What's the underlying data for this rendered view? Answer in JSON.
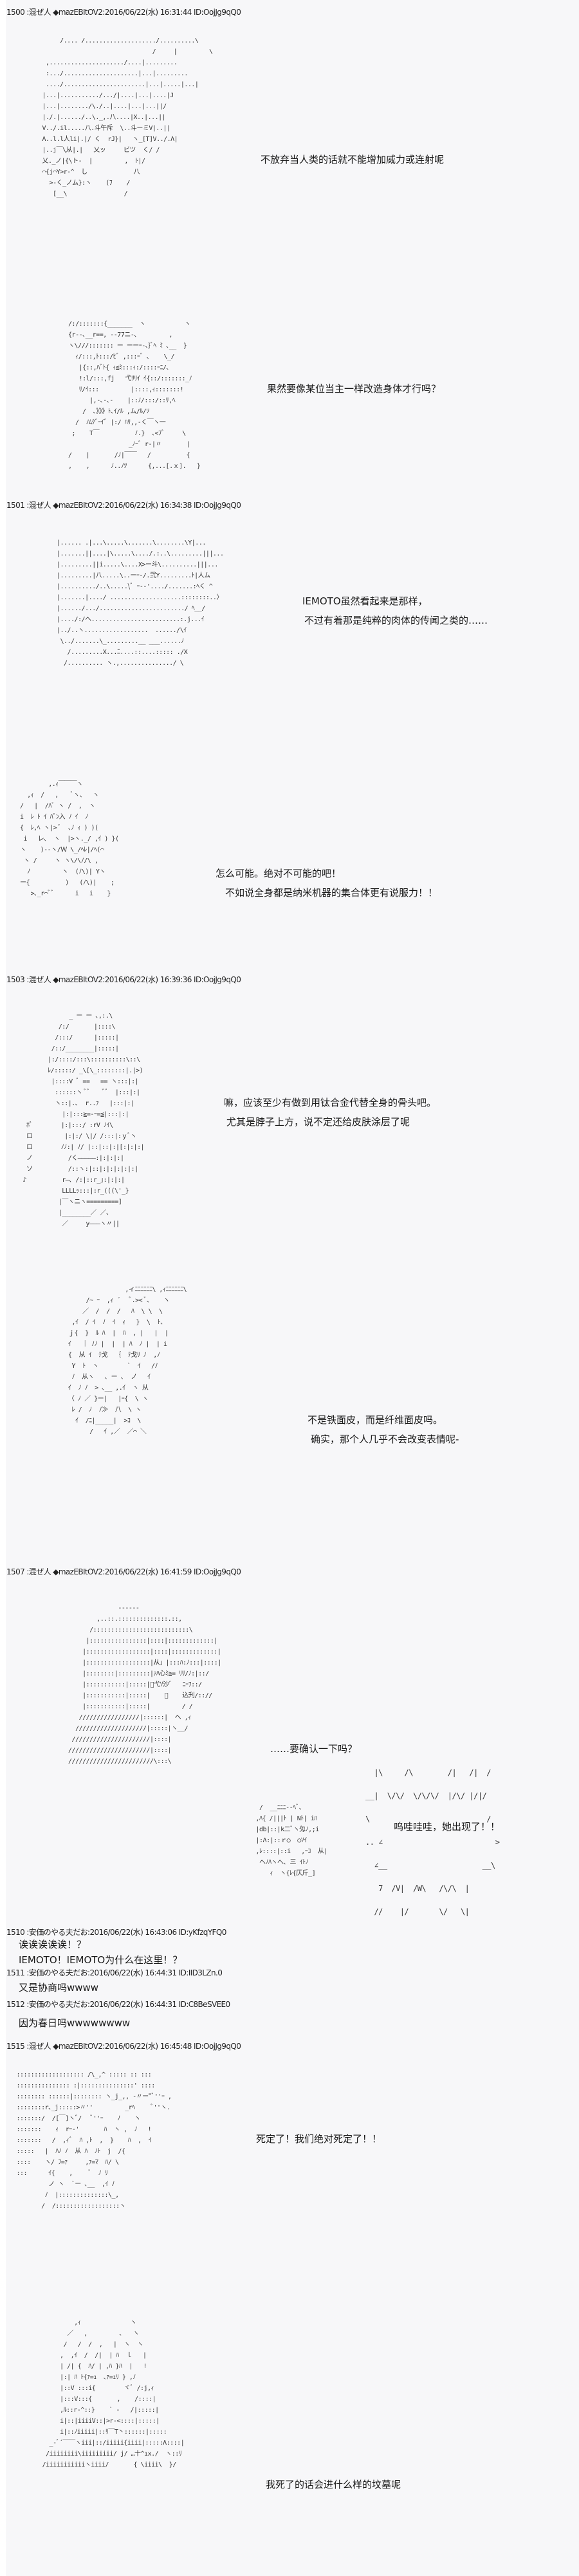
{
  "posts": [
    {
      "header": "1500 :混ぜ人 ◆mazEBItOV2:2016/06/22(水) 16:31:44 ID:OojJg9qQ0"
    },
    {
      "header": "1501 :混ぜ人 ◆mazEBItOV2:2016/06/22(水) 16:34:38 ID:OojJg9qQ0"
    },
    {
      "header": "1503 :混ぜ人 ◆mazEBItOV2:2016/06/22(水) 16:39:36 ID:OojJg9qQ0"
    },
    {
      "header": "1507 :混ぜ人 ◆mazEBItOV2:2016/06/22(水) 16:41:59 ID:OojJg9qQ0"
    },
    {
      "header": "1510 :安価のやる夫だお:2016/06/22(水) 16:43:06 ID:yKfzqYFQ0"
    },
    {
      "header": "1511 :安価のやる夫だお:2016/06/22(水) 16:44:31 ID:IID3LZn.0"
    },
    {
      "header": "1512 :安価のやる夫だお:2016/06/22(水) 16:44:31 ID:C8BeSVEE0"
    },
    {
      "header": "1515 :混ぜ人 ◆mazEBItOV2:2016/06/22(水) 16:45:48 ID:OojJg9qQ0"
    }
  ],
  "lines": {
    "l1": "不放弃当人类的话就不能增加威力或连射呢",
    "l2": "果然要像某位当主一样改造身体才行吗？",
    "l3a": "IEMOTO虽然看起来是那样，",
    "l3b": "不过有着那是纯粹的肉体的传闻之类的……",
    "l4a": "怎么可能。绝对不可能的吧！",
    "l4b": "不如说全身都是纳米机器的集合体更有说服力！！",
    "l5a": "嘛，应该至少有做到用钛合金代替全身的骨头吧。",
    "l5b": "尤其是脖子上方，说不定还给皮肤涂层了呢",
    "l6a": "不是铁面皮，而是纤维面皮吗。",
    "l6b": "确实，那个人几乎不会改变表情呢-",
    "l7": "……要确认一下吗？",
    "bubble": "呜哇哇哇，她出现了！！",
    "r1510a": "诶诶诶诶诶！？",
    "r1510b": "IEMOTO！IEMOTO为什么在这里！？",
    "r1511": "又是协商吗wwww",
    "r1512": "因为春日吗wwwwwwww",
    "l8": "死定了！我们绝对死定了！！",
    "l9": "我死了的话会进什么样的坟墓呢"
  },
  "art": {
    "a1": "      /.... /..................../..........\\\n                                /     |         \\\n  ,...................../....|.........\n  :.../.....................|...|.........\n  ..../.......................|...|.....|...|\n |...|.........../.../|....|...|....|J\n |...|......../\\./..|....|...|...||/\n |./.|....../..\\._,.八....|X..|...||\n V../.il.....八.斗午斥  \\..斗ーミV|..||\n Λ..l.l人li|.|/ く  rJ}|   ヽ_[T]V../.Λ|\n |..j￣\\从|.|   乂ッ     ビツ  く/ /\n 乂._ノ|{\\ト-  |         ,  ﾄ|/\n ⌒{j⌒Y>r-^  し             八\n   >-く_ノム}:ヽ    (ﾌ    /\n    [__\\                /",
    "a2": "  /:/:::::::{_______  ヽ           ヽ\n  {r--､__r==, --77ニ-､         ,\n  ヽ\\///::::::: ー ーーｰ-､}ﾞﾍ ﾐ ､__  }\n    ｨ/:::,ﾄ:::/ﾋﾞ ,:::ｰﾞ ､    \\_/\n     |{::,ﾊﾞﾄ{ ｨ≦ﾐ:::ｨ:/::::ｰﾆ/､\n     !:l/:::,fj   弋ﾘﾘｲ ｲ{::/:::::::_ﾉ\n     ﾘ/ｲ:::         |::::,ｨ:::::::!\n        |,-､-､-    |::ﾉ/:::/::ﾘ,ﾍ\n      /  ､》》》ﾄ､ｲ/ﾙ ,ム/ﾙ/ｿ\n    /  ﾉﾑｸﾞｰｲﾞ |:/ ﾊﾘ,,-く￣ヽ一\n   ;    T￣          ﾉ.}  ､<ﾌﾞ     \\\n                   _ﾉｰﾞ r-|〃       |\n  /    |       /ﾉ|￣￣   /          {\n  ,    ,      ﾉ..ﾉﾂ      {,...[.ｘ].   }",
    "a3": "|...... .|...\\.....\\.......\\........\\Y|...\n|.......||....|\\.....\\..../.:..\\.........|||...\n|.........||i.....\\....X>ー斗\\..........|||...\n|.........|八.....\\..ーｰ-/.弐Y.........ﾄ|人ム\n|........../..\\.....\\ﾞ ｰ--'..../.......:ﾍく ^\n|.......|..../ ....................::::::::..〉\n|....../.../......................../ ﾍ__/\n|..../:/ヘ.........................:.j...ｲ\n|../..ヽ..................  ....../\\ｲ\n \\../.......\\_.........__ ___......ﾉ\n   /.........X...ﾆ....::....::::: ./X\n  /.......... ヽ.,.............../ \\",
    "a4": "          ,.ｨ￣￣￣ヽ\n    ,ｨ  /   ,    ﾞヽ、  ヽ\n  /   |  /ﾊﾞ ヽ /  ,  ヽ\n  i  ﾚ ﾄ ｲ ﾊﾟﾝ入 ﾉ ｲ  ﾉ\n  {  ﾚ,ﾍ ヽ|> ﾟ  ､ﾉ ｨ ) )(\n   i   レ､  ヽ  |>ヽ._/ ,ｲ ) }(\n  ヽ    )--ヽ/Ｗ \\_/ﾍﾚ|/ﾍ(⌒\n   ヽ /     ヽ ヽ\\/\\ﾉ/\\ ,\n    ﾉ         ヽ  (ﾉ\\)| Yヽ\n  ー{          )   (ﾉ\\)|    ;\n     >､_r⌒ﾞﾞ      i   i    }",
    "a5": "              _ ー ー ､,:.\\\n           /:/       |::::\\\n          /:::/      |:::::|\n         /::/________|:::::|\n        |:/::::/:::\\::::::::::\\::\\\n        ﾚ/:::::/ _\\[\\_::::::::|.|>)\n         |::::V ﾞ ==   == ヽ:::|:|\n          ::::::ヽ ﾞﾞ    ﾞﾞ  |:::|:|\n          ヽ::|.､  r..ｧ   |:::|:|\n            |:|:::≧=-ｰ=≦|:::|:|\n  ﾎﾟ        |:|:::/ :rV ﾉｲ\\\n  ロ         |:|:/ \\|/ /:::|:ｙﾞヽ\n  ロ        ﾉﾉ:| ﾉ/ |::|::|:|[:|:|:|\n  ノ          /く―――――:|:|:|:|\n  ソ          /::ヽ:|::|:|:|:|:|:|\n ♪          r―､ /:|::r_｣:|:|:|\n            LLLLｯ:::|:r_(((\\'_}\n           |￣ヽニヽ=========]\n           |________／ ／、\n            ／     y―――ヽ〃||",
    "a6": "                  ,ィﾆﾆﾆﾆﾆﾆ\\ ,ｨﾆﾆﾆﾆﾆﾆ\\\n       /~ ｰ  ,ｨ ´   ﾞ.>< ﾞ、   ヽ\n      ／  /  /  /   ﾊ  \\ \\  \\\n   ,ｲ  / ｲ  ﾉ  ｲ  ｨ   }  \\  ﾄ、\n  ｊ{  }  ﾙ ﾊ  |  ﾊ  , |   |  |\n  ｲ   ｜ ﾉﾉ |  |  | ﾊ  ﾉ |  | i\n  {  从 ｲ  ﾃ戈  ｛  ﾃ戈ﾘ ﾉ  ,ﾉ\n   Y  ﾄ  ヽ        `  ｲ   /ﾉ\n   ﾉ  从ヽ   ､ ー ､  ノ   ｲ\n  ｲ  ﾉ ﾉ  > ､__ ,.ｲ  ヽ 从\n  〈 ﾉ ／ }ー|   |ｰ{  \\ ヽ\n   ﾚ /  ﾉ  ﾉ≫  八  \\ ヽ\n    ｲ  /ﾆ|_____|  >ｺ  \\\n        /   ｲ ,／  ／⌒ ＼",
    "a7": "                ------\n          ,..::.::::::::::::::.::,\n        /:::::::::::::::::::::::::::\\\n       |::::::::::::::::|::::|:::::::::::::|\n      |::::::::::::::::::|::::|:::::::::::::|\n      |::::::::::::::::::|从」|:::ﾊ:ﾉ:::|::::|\n      |::::::::|:::::::::|ｧﾊ心ﾐ≧= ﾘﾘ/ﾉ:|::/\n      |:::::::::::|:::::|ﾞ弋ｿ沙ﾞ   ﾆｰﾌ::/\n      |:::::::::::|:::::|    ﾞ    込刋/:://\n      |:::::::::::|:::::|         / /\n     /////////////////|::::::|  ヘ ,ｨ\n    ////////////////////|:::::|ヽ__/\n   //////////////////////|::::|\n  ///////////////////////|::::|\n  ////////////////////////\\:::\\",
    "a7b": "  /  __ﾆﾆﾆ--ﾍﾞ、\n ,ﾊ{ /|||ﾄ | Nﾄ| iﾊ\n |db|::|k二ﾞヽ匁ﾉ,;i\n |:Λ:|::ｒ○  ○ｿｲ\n ,ﾚ::::|::i   ,ｰｺ  从|\n  ヘﾉﾊヽへ､ 三 ｲﾄﾉ\n     ｨ  ヽ{ﾚ{仄斤_]",
    "a7c": "  |\\     /\\        /|   /|  /\n__|  \\/\\/  \\/\\/\\/  |/\\/ |/|/\n\\                           /\n.. ∠                          >\n  ∠__                      __\\\n   7  /V|  /W\\   /\\/\\  |\n  //    |/       \\/   \\|",
    "a8": " ::::::::::::::::::: /\\_,^ ::::: :: :::\n ::::::::::::::: :|:::::::::::::::' ::::\n :::::::: ::::::|:::::::: ヽ_j_,, -〃ー\"ﾞ''ｰ ,\n ::::::::r､_j:::::>〃''         _rﾍ     ﾞ''ヽ.\n :::::::/  /[￣]ヽﾞ/   ﾞ''ｰ    ﾉ    ヽ\n :::::::    ｨ  rｰ-'       ﾊ  ヽ ,  ﾉ   !\n :::::::   /  ,ｨﾞ  ﾊ ,ﾄ  ,  }    ﾊ  ,  ｲ\n :::::   |  ﾊﾉ ﾉ  从 ﾊ  ﾉﾄ  j  /{\n ::::    ヽ/ ﾌ=ｧ     ,ｧ=ﾏ  ﾊ/ \\\n :::      ｲ{    ,     ﾞ  ﾉ ﾘ\n          ノ ヽ  `ー ､__  ,ｲ ﾉ\n         ﾉ  |::::::::::::::\\_,\n        /  /::::::::::::::::::ヽ",
    "a9": "          ,ｨ              ヽ\n        ／   ,         ､   ヽ\n       /   /  /  ,   |  ヽ  ヽ\n      ,  ,ｲ  /  /|  | ﾊ  ｌ   |\n      | /| {  ﾊ/ | ,ﾊ }ﾊ  |   !\n      |:| ﾊ ﾄ{ｧ=ｭ  ､ｧ=ｭﾘ } ,ﾉ\n      |::V :::i{        ヾﾞ /:j,ｨ\n      |:::V:::{       ,    /::::|\n      ,ﾙ::r-^::}    ` -   /|:::::|\n      i|::|iiiiV::|>r-<::::|:::::|\n      i|::ﾉiiiii|::ﾘ￣T丶::::::|:::::\n   _-ﾞ´￣￣ヽiii|::/iiiii{iiii|:::::Λ::::|\n  /iiiiiiii\\iiiiiiiii/ j/ …十^ıx./  ヽ::ﾘ\n /iiiiiiiiiiiヽiiii/       { \\iiii\\  }/"
  }
}
